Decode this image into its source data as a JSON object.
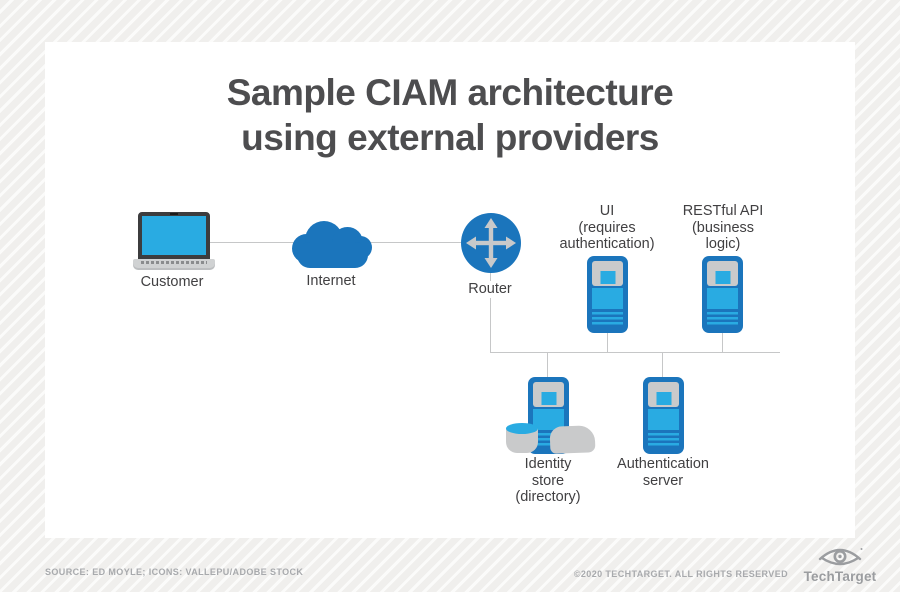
{
  "title": "Sample CIAM architecture\nusing external providers",
  "diagram": {
    "customer": "Customer",
    "internet": "Internet",
    "router": "Router",
    "ui_server": "UI\n(requires\nauthentication)",
    "api_server": "RESTful API\n(business\nlogic)",
    "identity_store": "Identity\nstore\n(directory)",
    "auth_server": "Authentication\nserver"
  },
  "footer": {
    "source": "SOURCE: ED MOYLE; ICONS: VALLEPU/ADOBE STOCK",
    "copyright": "©2020 TECHTARGET. ALL RIGHTS RESERVED",
    "brand": "TechTarget"
  },
  "colors": {
    "blue_dark": "#1b75bc",
    "blue_light": "#29abe2",
    "icon_gray": "#c9cacb",
    "line_gray": "#c6c7c8",
    "text_dark": "#414042",
    "title_gray": "#4d4d4f",
    "footer_gray": "#a8aaad"
  }
}
